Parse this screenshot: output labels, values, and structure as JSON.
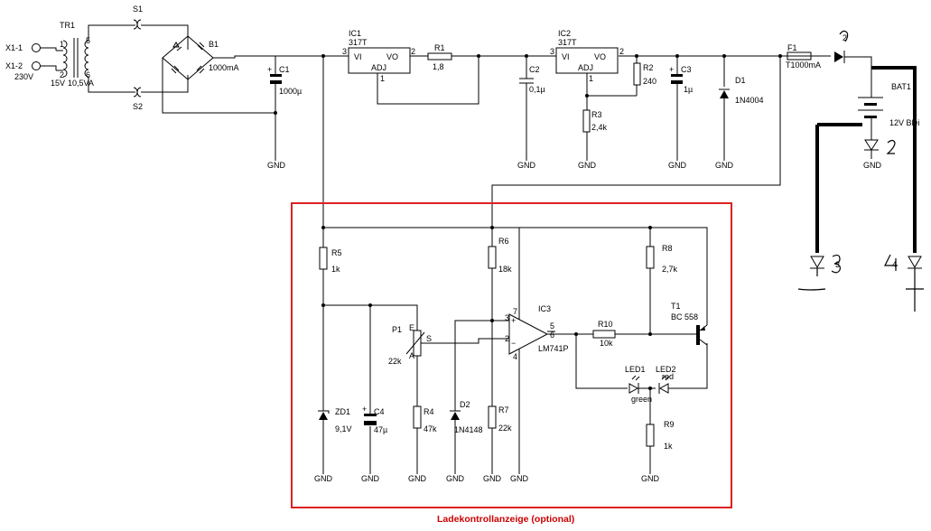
{
  "labels": {
    "x11": "X1-1",
    "x12": "X1-2",
    "v230": "230V",
    "tr1": "TR1",
    "tr_pin1": "1",
    "tr_pin2": "2",
    "tr_pin5": "5",
    "tr_pin6": "6",
    "tr_v": "15V",
    "tr_va": "10,5VA",
    "s1": "S1",
    "s2": "S2",
    "b1": "B1",
    "b1_val": "1000mA",
    "c1": "C1",
    "c1_val": "1000µ",
    "ic1": "IC1",
    "ic1_type": "317T",
    "ic1_vi": "VI",
    "ic1_vo": "VO",
    "ic1_adj": "ADJ",
    "ic1_pin3": "3",
    "ic1_pin2": "2",
    "ic1_pin1": "1",
    "r1": "R1",
    "r1_val": "1,8",
    "c2": "C2",
    "c2_val": "0,1µ",
    "ic2": "IC2",
    "ic2_type": "317T",
    "ic2_vi": "VI",
    "ic2_vo": "VO",
    "ic2_adj": "ADJ",
    "ic2_pin3": "3",
    "ic2_pin2": "2",
    "ic2_pin1": "1",
    "r2": "R2",
    "r2_val": "240",
    "r3": "R3",
    "r3_val": "2,4k",
    "c3": "C3",
    "c3_val": "1µ",
    "d1": "D1",
    "d1_val": "1N4004",
    "f1": "F1",
    "f1_val": "T1000mA",
    "bat1": "BAT1",
    "bat_val": "12V Blei",
    "hand2": "2",
    "hand3": "3",
    "hand4": "4",
    "gnd": "GND",
    "r5": "R5",
    "r5_val": "1k",
    "r6": "R6",
    "r6_val": "18k",
    "r8": "R8",
    "r8_val": "2,7k",
    "ic3": "IC3",
    "ic3_type": "LM741P",
    "ic3_pin7": "7",
    "ic3_pin3": "3",
    "ic3_pin2": "2",
    "ic3_pin4": "4",
    "ic3_pin5": "5",
    "ic3_pin6": "6",
    "ic3_plus": "+",
    "ic3_minus": "−",
    "t1": "T1",
    "t1_val": "BC 558",
    "p1": "P1",
    "p1_val": "22k",
    "p1_s": "S",
    "p1_e": "E",
    "p1_a": "A",
    "r10": "R10",
    "r10_val": "10k",
    "led1": "LED1",
    "led1_col": "green",
    "led2": "LED2",
    "led2_col": "red",
    "zd1": "ZD1",
    "zd1_val": "9,1V",
    "c4": "C4",
    "c4_val": "47µ",
    "r4": "R4",
    "r4_val": "47k",
    "d2": "D2",
    "d2_val": "1N4148",
    "r7": "R7",
    "r7_val": "22k",
    "r9": "R9",
    "r9_val": "1k",
    "caption": "Ladekontrollanzeige (optional)"
  }
}
